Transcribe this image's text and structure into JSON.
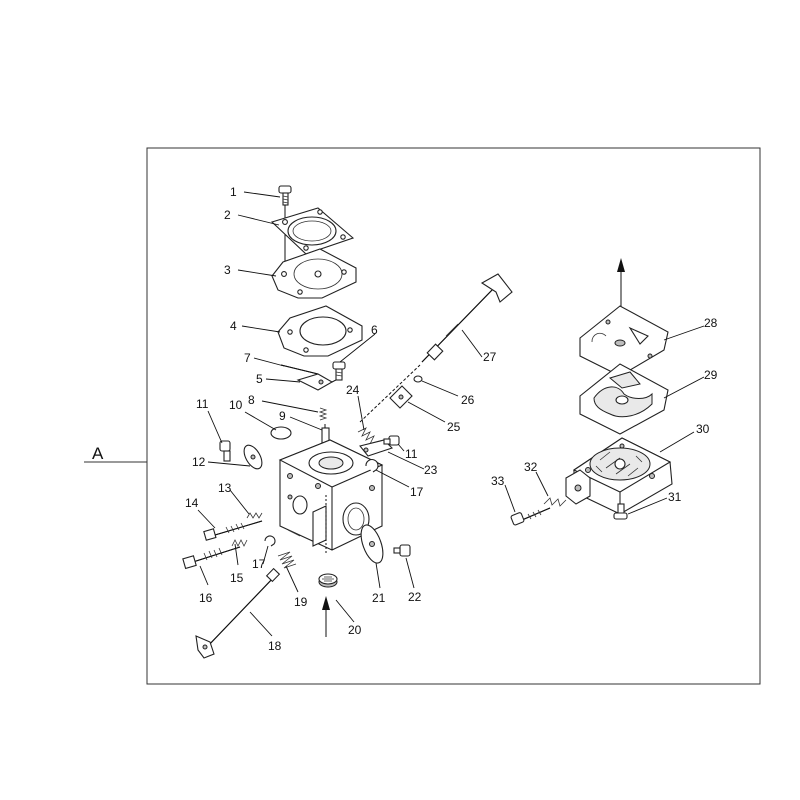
{
  "section_label": "A",
  "callouts": [
    {
      "id": "c1",
      "text": "1"
    },
    {
      "id": "c2",
      "text": "2"
    },
    {
      "id": "c3",
      "text": "3"
    },
    {
      "id": "c4",
      "text": "4"
    },
    {
      "id": "c5",
      "text": "5"
    },
    {
      "id": "c6",
      "text": "6"
    },
    {
      "id": "c7",
      "text": "7"
    },
    {
      "id": "c8",
      "text": "8"
    },
    {
      "id": "c9",
      "text": "9"
    },
    {
      "id": "c10",
      "text": "10"
    },
    {
      "id": "c11a",
      "text": "11"
    },
    {
      "id": "c11b",
      "text": "11"
    },
    {
      "id": "c12",
      "text": "12"
    },
    {
      "id": "c13",
      "text": "13"
    },
    {
      "id": "c14",
      "text": "14"
    },
    {
      "id": "c15",
      "text": "15"
    },
    {
      "id": "c16",
      "text": "16"
    },
    {
      "id": "c17a",
      "text": "17"
    },
    {
      "id": "c17b",
      "text": "17"
    },
    {
      "id": "c18",
      "text": "18"
    },
    {
      "id": "c19",
      "text": "19"
    },
    {
      "id": "c20",
      "text": "20"
    },
    {
      "id": "c21",
      "text": "21"
    },
    {
      "id": "c22",
      "text": "22"
    },
    {
      "id": "c23",
      "text": "23"
    },
    {
      "id": "c24",
      "text": "24"
    },
    {
      "id": "c25",
      "text": "25"
    },
    {
      "id": "c26",
      "text": "26"
    },
    {
      "id": "c27",
      "text": "27"
    },
    {
      "id": "c28",
      "text": "28"
    },
    {
      "id": "c29",
      "text": "29"
    },
    {
      "id": "c30",
      "text": "30"
    },
    {
      "id": "c31",
      "text": "31"
    },
    {
      "id": "c32",
      "text": "32"
    },
    {
      "id": "c33",
      "text": "33"
    }
  ]
}
